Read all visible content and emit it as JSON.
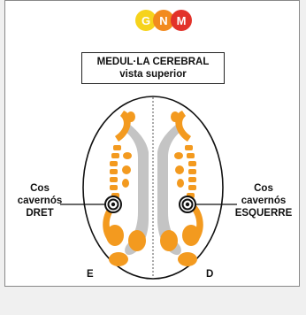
{
  "logo": {
    "letters": [
      "G",
      "N",
      "M"
    ],
    "colors": [
      "#f6d31c",
      "#f28a1e",
      "#e2322a"
    ]
  },
  "title": {
    "line1": "MEDUL·LA CEREBRAL",
    "line2": "vista superior"
  },
  "labels": {
    "left": {
      "line1": "Cos",
      "line2": "cavernós",
      "line3": "DRET"
    },
    "right": {
      "line1": "Cos",
      "line2": "cavernós",
      "line3": "ESQUERRE"
    }
  },
  "sides": {
    "left": "E",
    "right": "D"
  },
  "colors": {
    "orange": "#f39a1f",
    "gray": "#c4c4c4",
    "outline": "#111111"
  }
}
